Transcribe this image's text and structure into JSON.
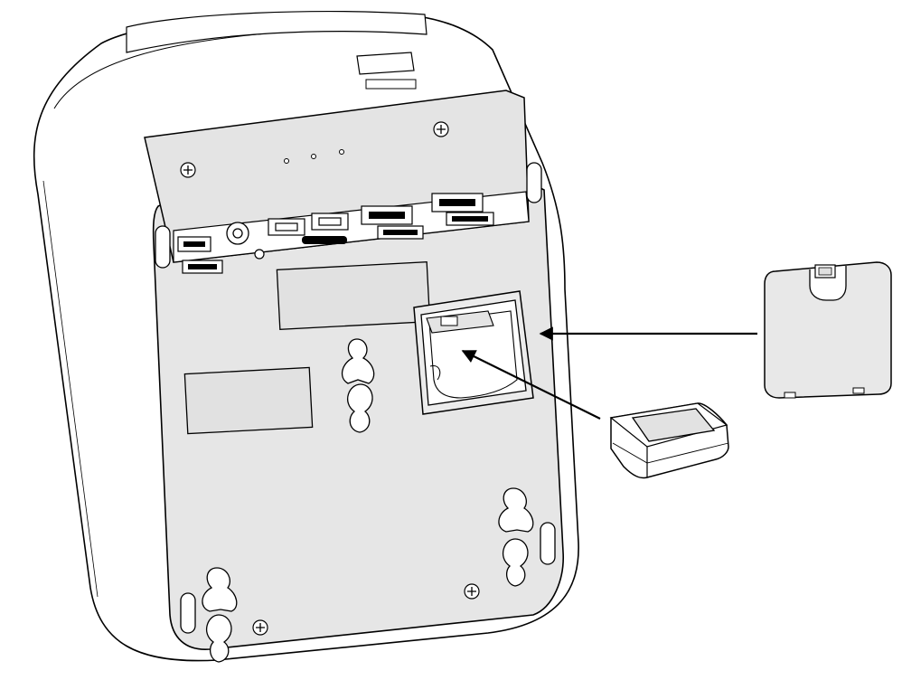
{
  "figure": {
    "kind": "installation-diagram",
    "colors": {
      "background": "#ffffff",
      "line": "#000000",
      "body_fill": "#ffffff",
      "back_panel_fill": "#e6e6e6",
      "recess_fill": "#ffffff",
      "cover_fill": "#e8e8e8",
      "module_top_fill": "#e2e2e2",
      "label_fill": "#e1e1e1"
    },
    "components": [
      "device-rear-housing",
      "connector-panel",
      "battery-compartment",
      "compartment-cover",
      "battery-module",
      "insertion-arrow-cover",
      "insertion-arrow-module"
    ]
  }
}
